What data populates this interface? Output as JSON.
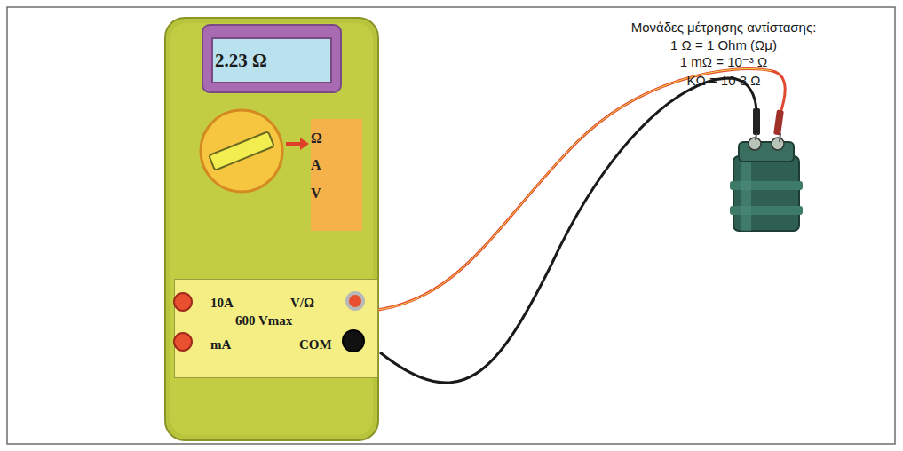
{
  "diagram": {
    "nodes": [
      {
        "text": [
          "2.23 Ω"
        ]
      },
      {
        "text": [
          "Ω",
          "A",
          "V"
        ]
      },
      {
        "text": [
          "10A",
          "V/Ω",
          "600 Vmax",
          "mA",
          "COM"
        ]
      }
    ],
    "labels": [
      "Μονάδες μέτρησης αντίστασης:",
      "1 Ω = 1 Ohm (Ωμ)",
      "1 mΩ = 10⁻³ Ω",
      "KΩ = 10 3 Ω"
    ]
  }
}
